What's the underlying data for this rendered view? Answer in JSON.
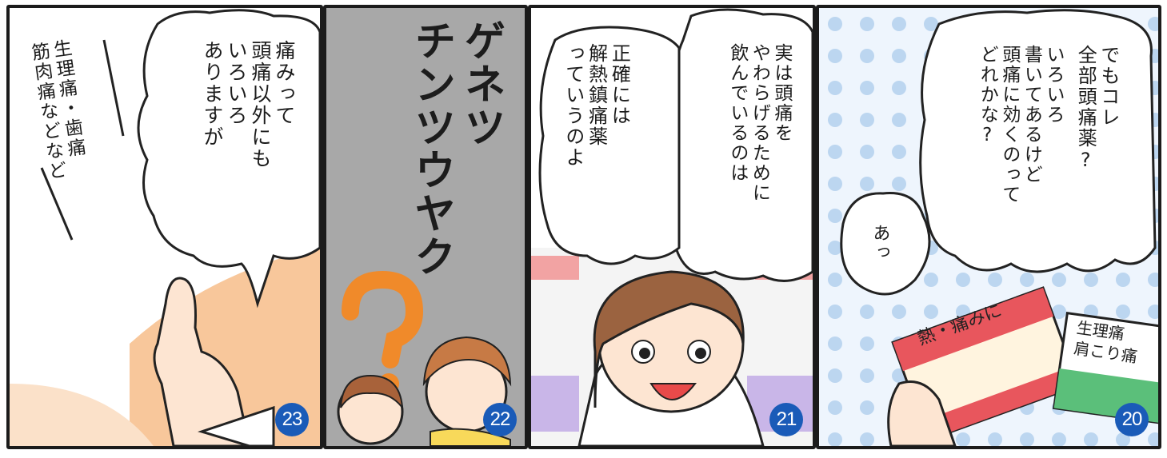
{
  "panels": [
    {
      "number": "23",
      "speech": "痛みって\n頭痛以外にも\nいろいろ\nありますが",
      "note": "生理痛・歯痛\n筋肉痛などなど"
    },
    {
      "number": "22",
      "sfx": "ゲネツ\nチンツウヤク",
      "symbol": "?"
    },
    {
      "number": "21",
      "speech_right": "実は頭痛を\nやわらげるために\n飲んでいるのは",
      "speech_left": "正確には\n解熱鎮痛薬\nっていうのよ"
    },
    {
      "number": "20",
      "speech_main": "でもコレ\n全部頭痛薬?",
      "speech_second": "いろいろ\n書いてあるけど\n頭痛に効くのって\nどれかな?",
      "speech_small": "あっ",
      "box_red_label": "熱・痛みに",
      "box_green_label": "生理痛\n肩こり痛"
    }
  ],
  "colors": {
    "badge": "#1a5bb8",
    "gray_bg": "#a8a8a8",
    "peach_bg": "#f6b785",
    "blue_dots": "#bcd6f0",
    "question": "#f08a2a"
  }
}
